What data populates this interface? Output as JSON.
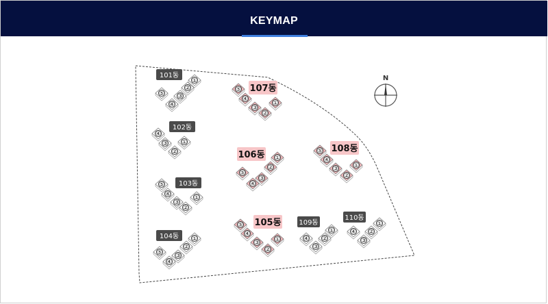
{
  "header": {
    "title": "KEYMAP",
    "background": "#05103f",
    "accent": "#3f7fdf"
  },
  "compass": {
    "letter": "N",
    "icon": "compass-icon"
  },
  "colors": {
    "highlight_label_bg": "#f7c6c8",
    "highlight_unit_fill": "#f0b7ba",
    "plain_label_bg": "#4a4a4a",
    "boundary": "#444444"
  },
  "buildings": [
    {
      "id": "b101",
      "label": "101동",
      "highlight": false,
      "units": [
        "①",
        "②",
        "③",
        "④",
        "⑤"
      ]
    },
    {
      "id": "b102",
      "label": "102동",
      "highlight": false,
      "units": [
        "①",
        "②",
        "③",
        "④"
      ]
    },
    {
      "id": "b103",
      "label": "103동",
      "highlight": false,
      "units": [
        "①",
        "②",
        "③",
        "④",
        "⑤"
      ]
    },
    {
      "id": "b104",
      "label": "104동",
      "highlight": false,
      "units": [
        "①",
        "②",
        "③",
        "④",
        "⑤"
      ]
    },
    {
      "id": "b105",
      "label": "105동",
      "highlight": true,
      "units": [
        "①",
        "②",
        "③",
        "④",
        "⑤"
      ]
    },
    {
      "id": "b106",
      "label": "106동",
      "highlight": true,
      "units": [
        "①",
        "②",
        "③",
        "④",
        "⑤"
      ]
    },
    {
      "id": "b107",
      "label": "107동",
      "highlight": true,
      "units": [
        "①",
        "②",
        "③",
        "④",
        "⑤"
      ]
    },
    {
      "id": "b108",
      "label": "108동",
      "highlight": true,
      "units": [
        "①",
        "②",
        "③",
        "④",
        "⑤"
      ]
    },
    {
      "id": "b109",
      "label": "109동",
      "highlight": false,
      "units": [
        "①",
        "②",
        "③",
        "④"
      ]
    },
    {
      "id": "b110",
      "label": "110동",
      "highlight": false,
      "units": [
        "①",
        "②",
        "③",
        "④"
      ]
    }
  ]
}
